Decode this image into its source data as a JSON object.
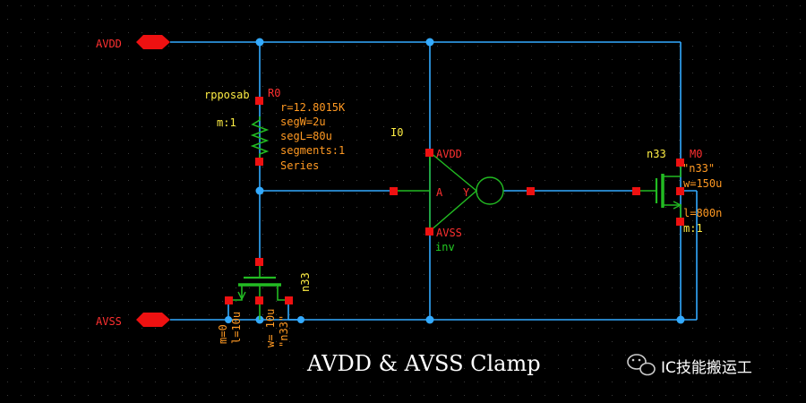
{
  "colors": {
    "background": "#000000",
    "grid": "#3a3a3a",
    "wire": "#33aaff",
    "wire_dot": "#33aaff",
    "pin": "#ee1111",
    "resistor": "#22bb22",
    "label_yellow": "#ffee44",
    "label_orange": "#ff9922",
    "label_red": "#ff3030",
    "label_green": "#22cc22",
    "title": "#ffffff"
  },
  "ports": {
    "avdd": "AVDD",
    "avss": "AVSS"
  },
  "resistor": {
    "cell": "rpposab",
    "instance": "R0",
    "mult": "m:1",
    "params": [
      "r=12.8015K",
      "segW=2u",
      "segL=80u",
      "segments:1",
      "Series"
    ]
  },
  "inverter": {
    "instance": "I0",
    "pin_vdd": "AVDD",
    "pin_vss": "AVSS",
    "pin_in": "A",
    "pin_out": "Y",
    "cell": "inv"
  },
  "mos_right": {
    "model": "n33",
    "instance": "M0",
    "cell": "\"n33\"",
    "w": "w=150u",
    "l": "l=800n",
    "m": "m:1"
  },
  "mos_bottom": {
    "model": "n33",
    "m": "m=0",
    "l": "l=10u",
    "w": "w= 10u",
    "cell": "\"n33\""
  },
  "title": "AVDD & AVSS Clamp",
  "watermark": "IC技能搬运工",
  "icons": {
    "port": "port-pentagon-icon",
    "watermark": "wechat-icon"
  }
}
